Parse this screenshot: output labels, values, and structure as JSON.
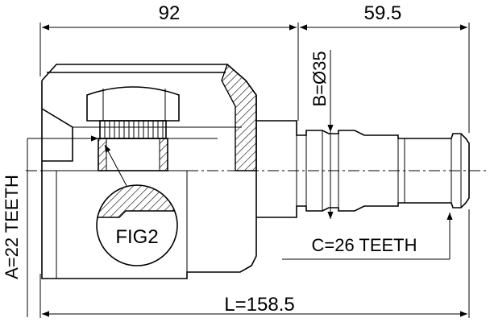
{
  "dimensions": {
    "housing_length": "92",
    "shaft_length": "59.5",
    "total_length": "L=158.5",
    "shaft_diameter": "B=Ø35",
    "outer_teeth": "A=22 TEETH",
    "shaft_teeth": "C=26 TEETH"
  },
  "figure_label": "FIG2"
}
